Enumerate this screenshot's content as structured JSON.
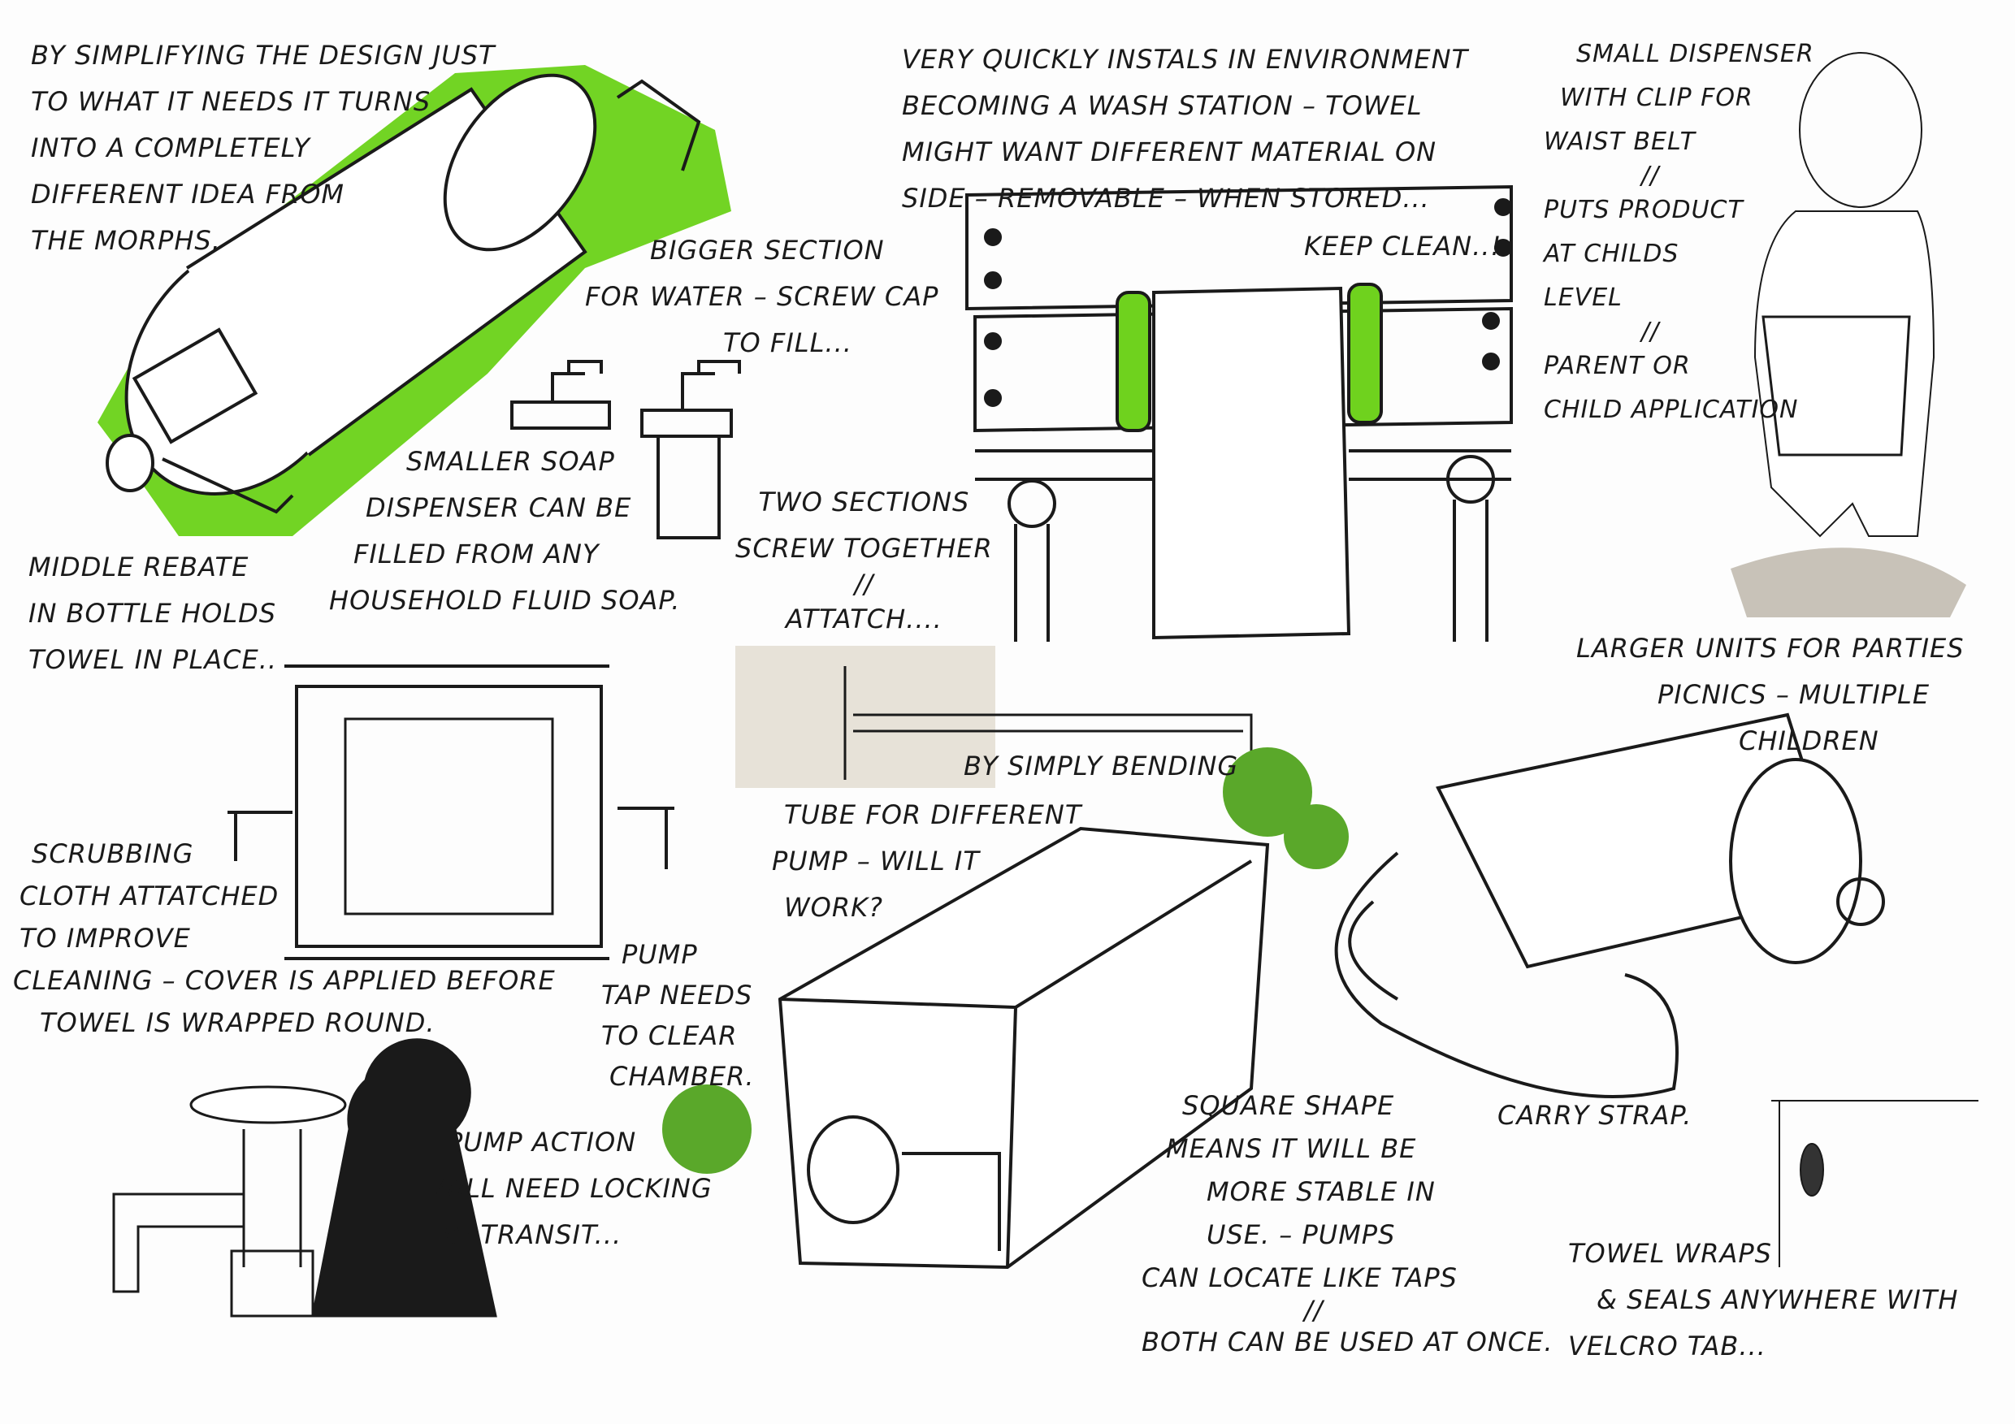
{
  "colors": {
    "ink": "#1a1a1a",
    "marker_green": "#6fd21e",
    "splat_green": "#5aa82a",
    "shadow_grey": "#c8c2b8"
  },
  "annotations": {
    "simplifying": [
      "By simplifying the design just",
      "to what it needs it turns",
      "into a completely",
      "different idea from",
      "the morphs."
    ],
    "middle_rebate": [
      "Middle rebate",
      "in bottle holds",
      "towel in place.."
    ],
    "bigger_section": [
      "Bigger section",
      "for water – screw cap",
      "to fill..."
    ],
    "smaller_soap": [
      "Smaller soap",
      "dispenser can be",
      "filled from any",
      "household fluid soap."
    ],
    "two_sections": [
      "Two sections",
      "screw together",
      "//",
      "attatch...."
    ],
    "wash_station": [
      "Very quickly instals in environment",
      "becoming a wash station – towel",
      "might want different material on",
      "side – removable – when stored..."
    ],
    "keep_clean": "Keep clean..!",
    "small_dispenser": [
      "Small dispenser",
      "with clip for",
      "waist belt",
      "//",
      "puts product",
      "at childs",
      "level",
      "//",
      "parent or",
      "child application"
    ],
    "larger_units": [
      "Larger units for parties",
      "picnics – multiple",
      "children"
    ],
    "simply_bending": "By simply bending",
    "tube": [
      "Tube for different",
      "pump – will it",
      "work?"
    ],
    "scrubbing": [
      "Scrubbing",
      "cloth attatched",
      "to improve",
      "cleaning – cover is applied before",
      "towel is wrapped round."
    ],
    "pump_tap": [
      "Pump",
      "tap needs",
      "to clear",
      "chamber."
    ],
    "pump_action": [
      "Pump action",
      "will need locking",
      "in transit..."
    ],
    "square_shape": [
      "Square shape",
      "means it will be",
      "more stable in",
      "use. – pumps",
      "can locate like taps",
      "//",
      "both can be used at once."
    ],
    "carry_strap": "Carry strap.",
    "towel_wraps": [
      "Towel wraps",
      "& seals anywhere with",
      "velcro tab..."
    ]
  }
}
